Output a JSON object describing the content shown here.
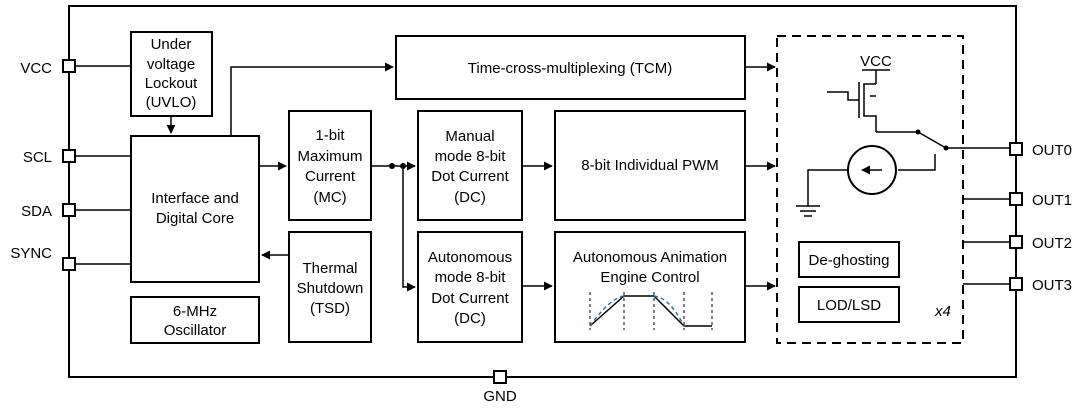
{
  "pins": {
    "left": [
      "VCC",
      "SCL",
      "SDA",
      "SYNC"
    ],
    "right": [
      "OUT0",
      "OUT1",
      "OUT2",
      "OUT3"
    ],
    "bottom": "GND"
  },
  "blocks": {
    "uvlo": [
      "Under",
      "voltage",
      "Lockout",
      "(UVLO)"
    ],
    "interface": [
      "Interface and",
      "Digital Core"
    ],
    "oscillator": [
      "6-MHz",
      "Oscillator"
    ],
    "mc": [
      "1-bit",
      "Maximum",
      "Current",
      "(MC)"
    ],
    "tsd": [
      "Thermal",
      "Shutdown",
      "(TSD)"
    ],
    "tcm": "Time-cross-multiplexing (TCM)",
    "manual_dc": [
      "Manual",
      "mode 8-bit",
      "Dot Current",
      "(DC)"
    ],
    "auto_dc": [
      "Autonomous",
      "mode 8-bit",
      "Dot Current",
      "(DC)"
    ],
    "pwm": "8-bit Individual PWM",
    "anim": [
      "Autonomous Animation",
      "Engine Control"
    ],
    "deghost": "De-ghosting",
    "lodlsd": "LOD/LSD",
    "vcc_inner": "VCC",
    "multiplier": "x4"
  }
}
